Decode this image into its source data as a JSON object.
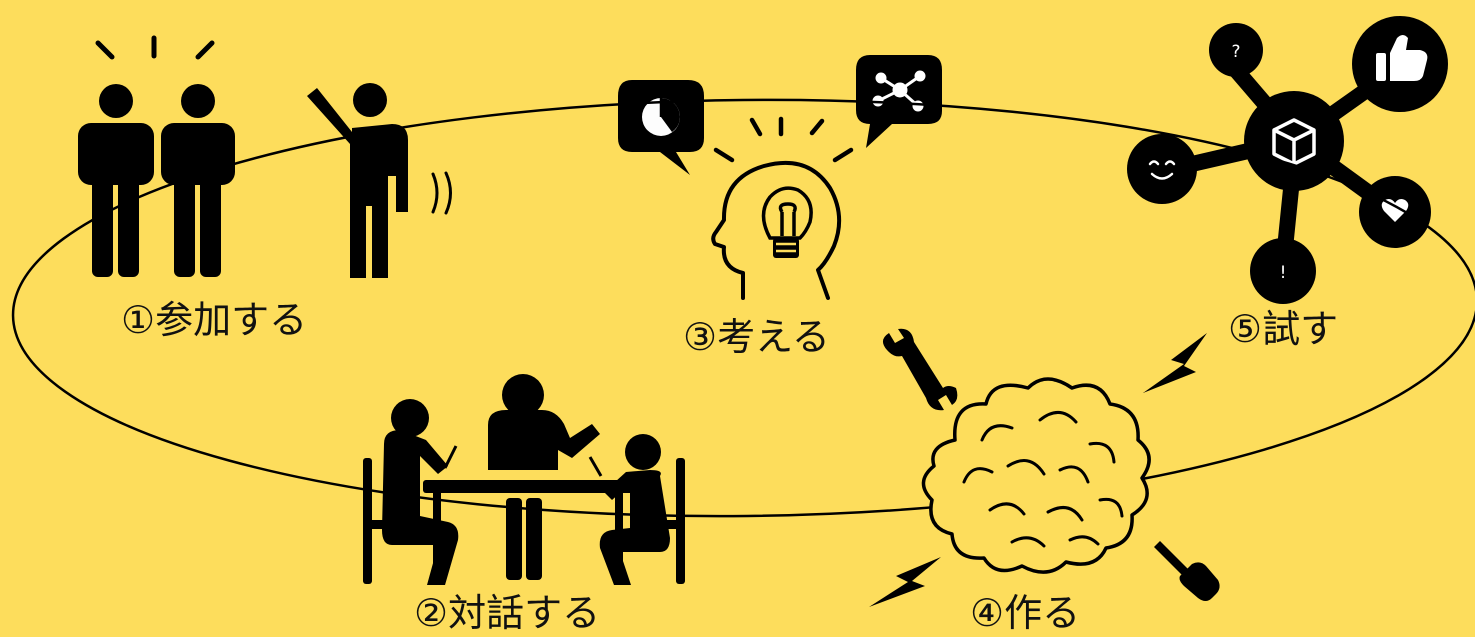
{
  "colors": {
    "background": "#FDDD5C",
    "ink": "#000000",
    "cloud": "#FDDD5C"
  },
  "steps": [
    {
      "label": "①参加する",
      "icon": "people-raising-hand-icon"
    },
    {
      "label": "②対話する",
      "icon": "people-at-table-icon"
    },
    {
      "label": "③考える",
      "icon": "lightbulb-head-icon"
    },
    {
      "label": "④作る",
      "icon": "cloud-tools-icon"
    },
    {
      "label": "⑤試す",
      "icon": "feedback-network-icon"
    }
  ],
  "bubbles": {
    "question": "?",
    "exclamation": "!"
  }
}
